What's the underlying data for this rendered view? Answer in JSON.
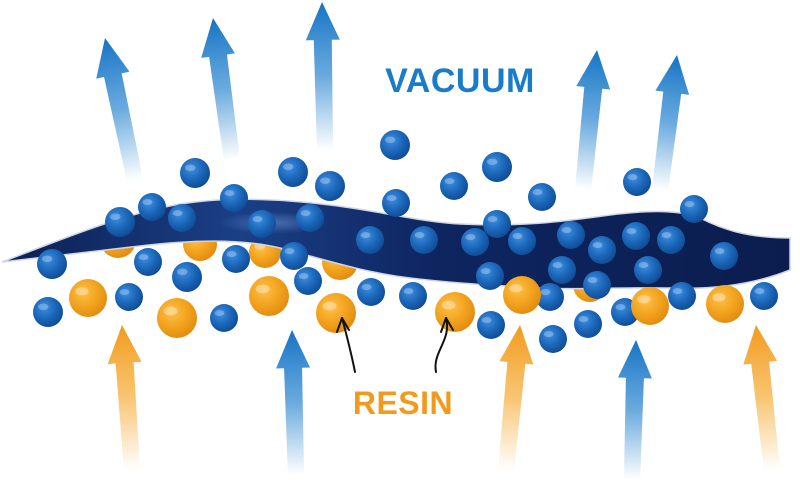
{
  "labels": {
    "vacuum": "VACUUM",
    "resin": "RESIN"
  },
  "colors": {
    "vacuum_blue": "#1a7cc9",
    "resin_orange": "#f29a1c",
    "sheet_navy": "#0d2257",
    "particle_blue": "#1b66b8",
    "particle_orange": "#f2a31e",
    "pointer": "#111111"
  },
  "legend_semantics": {
    "blue_particles": "vacuum",
    "orange_particles": "resin"
  },
  "icons": {
    "up_arrows": "arrow-up-icon",
    "pointer_arrows": "pointer-arrow-icon"
  }
}
